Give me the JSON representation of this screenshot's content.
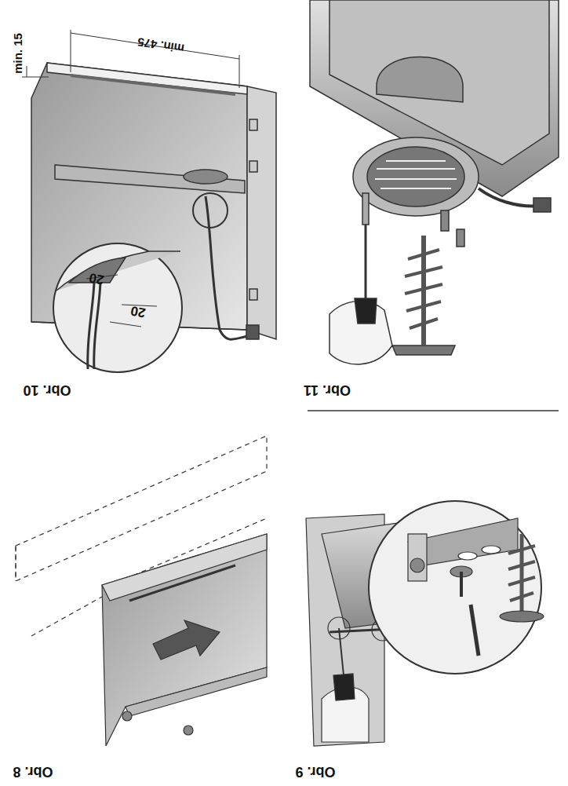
{
  "diagram": {
    "labels": [
      "min. 15",
      "min. 475",
      "20",
      "20",
      "Obr. 10",
      "Obr. 11",
      "Obr. 8",
      "Obr. 9"
    ]
  }
}
